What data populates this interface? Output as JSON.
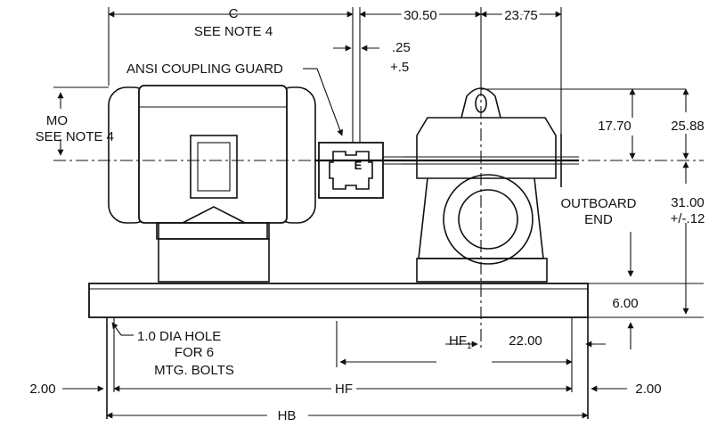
{
  "drawing": {
    "dims": {
      "c": "C",
      "see_note_4": "SEE NOTE 4",
      "d_30_50": "30.50",
      "d_23_75": "23.75",
      "d_25": ".25",
      "d_plus5": "+.5",
      "coupling_guard": "ANSI COUPLING GUARD",
      "mo": "MO",
      "mo_note": "SEE NOTE 4",
      "d_17_70": "17.70",
      "d_25_88": "25.88",
      "outboard": "OUTBOARD",
      "end": "END",
      "d_31_00": "31.00",
      "tol_12": "+/-.12",
      "d_6_00": "6.00",
      "hole_1": "1.0 DIA HOLE",
      "hole_2": "FOR 6",
      "hole_3": "MTG. BOLTS",
      "hf1_main": "HF",
      "hf1_sub": "1",
      "d_22_00": "22.00",
      "d_2_00_left": "2.00",
      "hf": "HF",
      "d_2_00_right": "2.00",
      "hb": "HB"
    },
    "coupling_mark": "E"
  }
}
